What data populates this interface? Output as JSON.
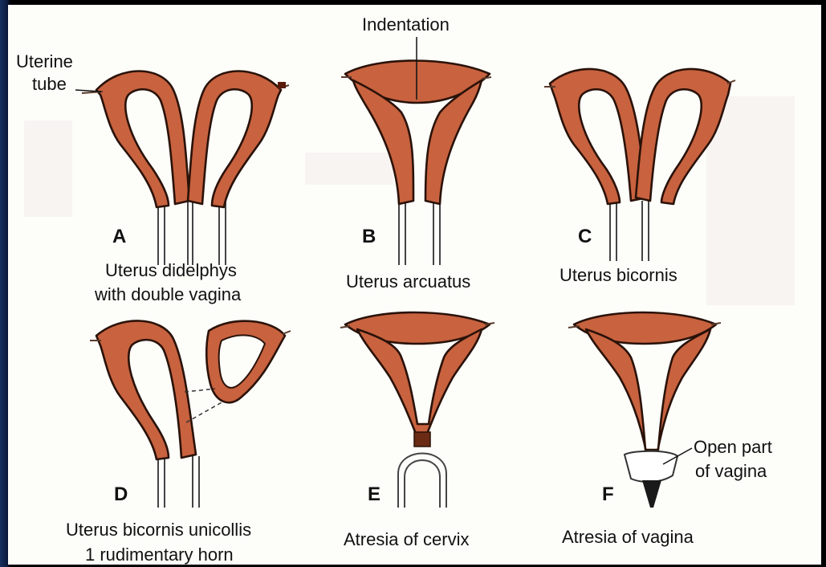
{
  "labels": {
    "uterine_tube": "Uterine",
    "uterine_tube_2": "tube",
    "indentation": "Indentation",
    "open_part_1": "Open part",
    "open_part_2": "of vagina"
  },
  "panels": [
    {
      "letter": "A",
      "caption_1": "Uterus didelphys",
      "caption_2": "with double vagina"
    },
    {
      "letter": "B",
      "caption_1": "Uterus arcuatus",
      "caption_2": ""
    },
    {
      "letter": "C",
      "caption_1": "Uterus bicornis",
      "caption_2": ""
    },
    {
      "letter": "D",
      "caption_1": "Uterus bicornis unicollis",
      "caption_2": "1 rudimentary horn"
    },
    {
      "letter": "E",
      "caption_1": "Atresia of cervix",
      "caption_2": ""
    },
    {
      "letter": "F",
      "caption_1": "Atresia of vagina",
      "caption_2": ""
    }
  ],
  "colors": {
    "tissue": "#c8623f",
    "outline": "#2a1208",
    "background": "#fdfdfa"
  }
}
